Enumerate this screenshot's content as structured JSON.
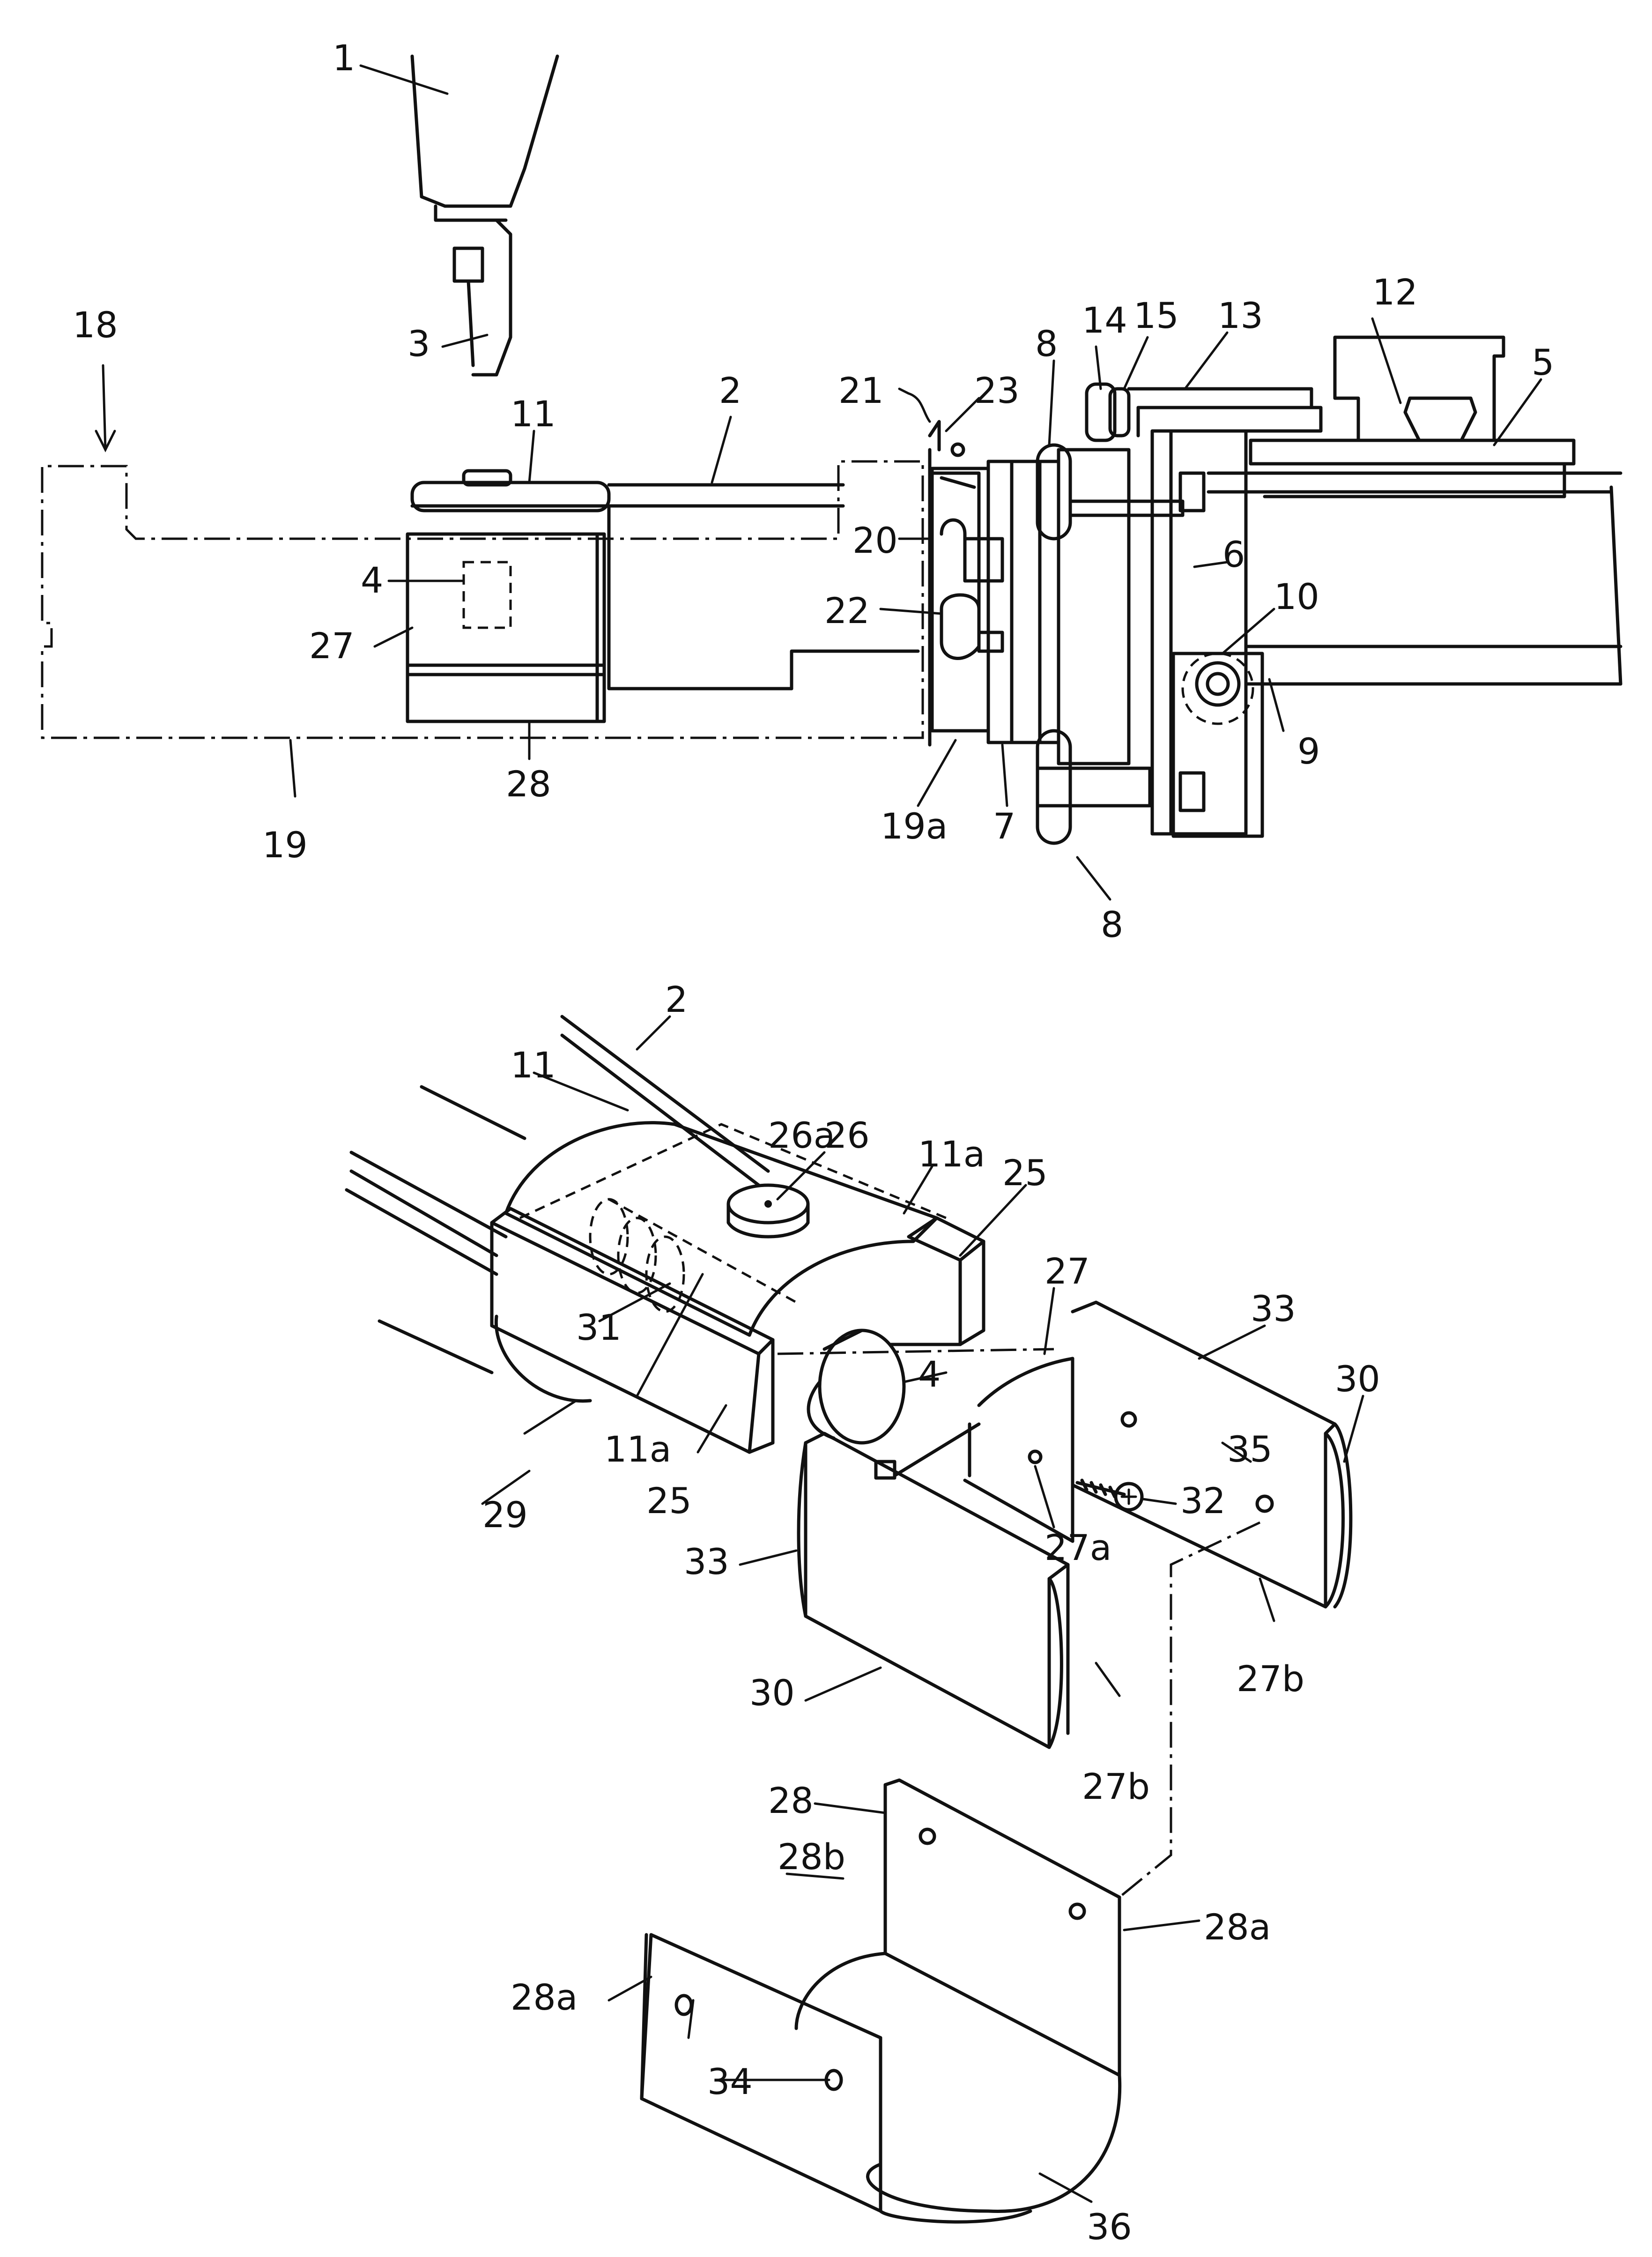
{
  "labels": {
    "l1": "1",
    "l2": "2",
    "l3": "3",
    "l4": "4",
    "l5": "5",
    "l6": "6",
    "l7": "7",
    "l8": "8",
    "l9": "9",
    "l10": "10",
    "l11": "11",
    "l12": "12",
    "l13": "13",
    "l14": "14",
    "l15": "15",
    "l18": "18",
    "l19": "19",
    "l19a": "19a",
    "l20": "20",
    "l21": "21",
    "l22": "22",
    "l23": "23",
    "l27": "27",
    "l28": "28",
    "b2": "2",
    "b11": "11",
    "b26a": "26a",
    "b26": "26",
    "b11a": "11a",
    "b25": "25",
    "b27": "27",
    "b33": "33",
    "b30": "30",
    "b31": "31",
    "b4": "4",
    "b35": "35",
    "b32": "32",
    "b11a2": "11a",
    "b252": "25",
    "b29": "29",
    "b27a": "27a",
    "b332": "33",
    "b302": "30",
    "b27b": "27b",
    "b27b2": "27b",
    "b28": "28",
    "b28b": "28b",
    "b28a": "28a",
    "b28a2": "28a",
    "b34": "34",
    "b36": "36"
  }
}
